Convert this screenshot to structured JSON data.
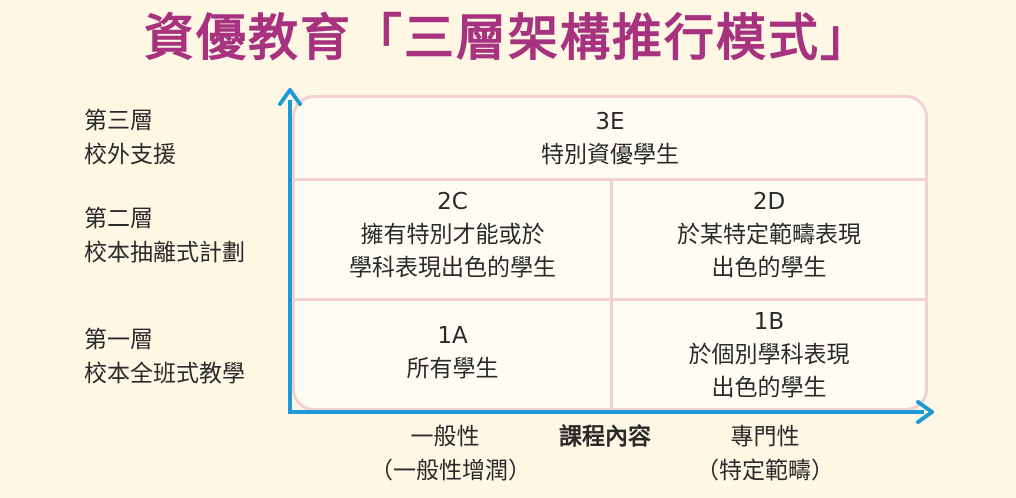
{
  "title": "資優教育「三層架構推行模式」",
  "rows": [
    {
      "line1": "第三層",
      "line2": "校外支援"
    },
    {
      "line1": "第二層",
      "line2": "校本抽離式計劃"
    },
    {
      "line1": "第一層",
      "line2": "校本全班式教學"
    }
  ],
  "cells": {
    "c3e": {
      "code": "3E",
      "line1": "特別資優學生"
    },
    "c2c": {
      "code": "2C",
      "line1": "擁有特別才能或於",
      "line2": "學科表現出色的學生"
    },
    "c2d": {
      "code": "2D",
      "line1": "於某特定範疇表現",
      "line2": "出色的學生"
    },
    "c1a": {
      "code": "1A",
      "line1": "所有學生"
    },
    "c1b": {
      "code": "1B",
      "line1": "於個別學科表現",
      "line2": "出色的學生"
    }
  },
  "x_axis": {
    "left_label": "一般性",
    "left_sub": "（一般性增潤）",
    "title": "課程內容",
    "right_label": "專門性",
    "right_sub": "（特定範疇）"
  },
  "colors": {
    "title": "#a7327f",
    "axis": "#1c9ad6",
    "grid_border": "#f2cfd0",
    "background": "#fdf7e3"
  }
}
